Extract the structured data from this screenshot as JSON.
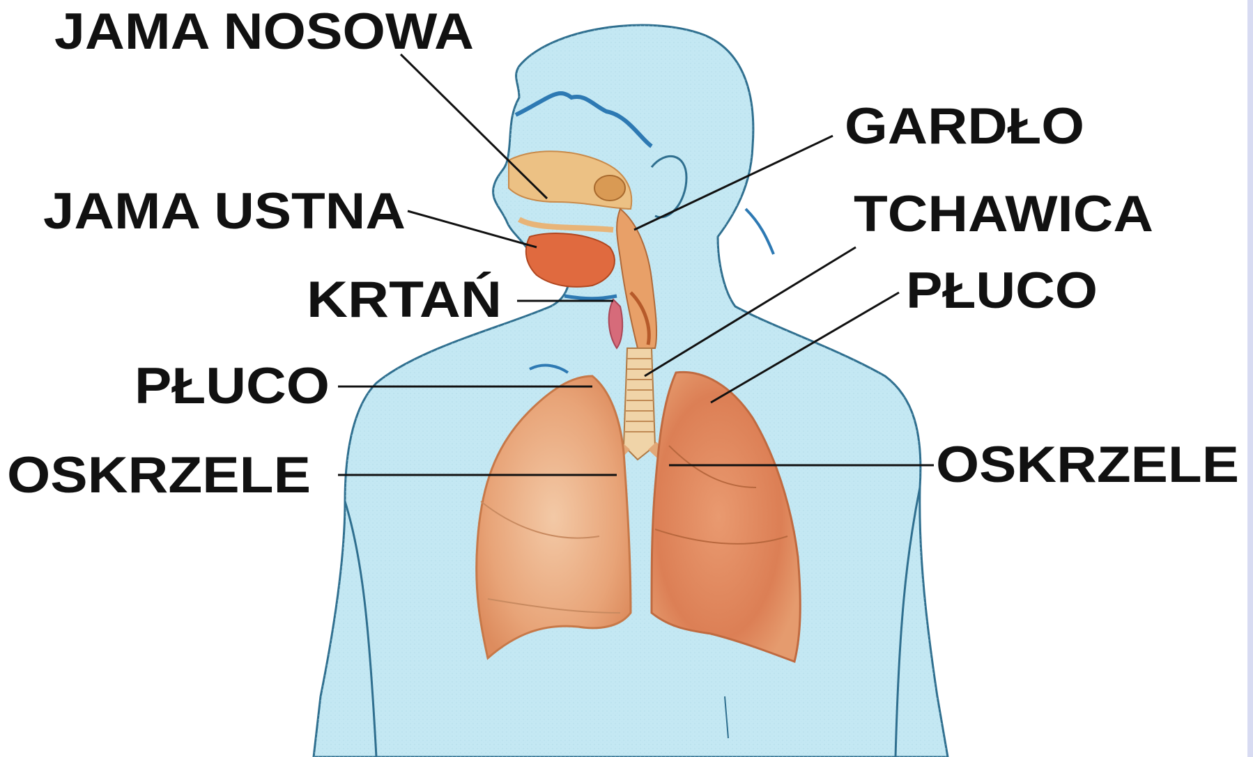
{
  "labels": {
    "nasal_cavity": "JAMA NOSOWA",
    "oral_cavity": "JAMA USTNA",
    "larynx": "KRTAŃ",
    "lung_left_side": "PŁUCO",
    "bronchus_left_side": "OSKRZELE",
    "pharynx": "GARDŁO",
    "trachea": "TCHAWICA",
    "lung_right_side": "PŁUCO",
    "bronchus_right_side": "OSKRZELE"
  },
  "colors": {
    "skin": "#c4e8f3",
    "outline": "#2f6f8f",
    "vein": "#2d79b3",
    "lung": "#e7a77c",
    "lung_dark": "#d97a52",
    "mouth": "#e06a3f",
    "airway": "#e8b478",
    "text": "#111111",
    "leader_line": "#111111"
  }
}
